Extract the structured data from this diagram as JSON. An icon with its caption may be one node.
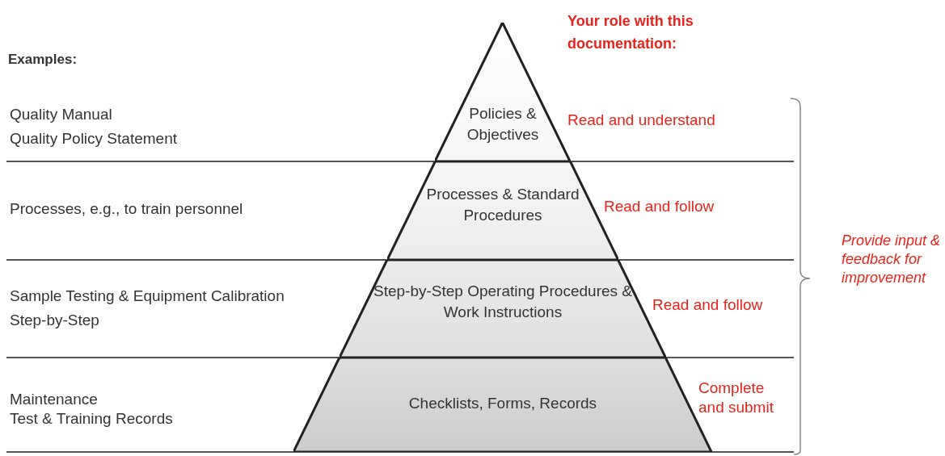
{
  "diagram": {
    "nodes": [
      {
        "text": [
          "Policies & Objectives"
        ]
      },
      {
        "text": [
          "Processes & Standard Procedures"
        ]
      },
      {
        "text": [
          "Step-by-Step Operating Procedures & Work Instructions"
        ]
      },
      {
        "text": [
          "Checklists, Forms, Records"
        ]
      }
    ],
    "labels": [
      "Your role with this documentation:",
      "Examples:",
      "Quality Manual",
      "Quality Policy Statement",
      "Read and understand",
      "Processes, e.g., to train personnel",
      "Read and follow",
      "Provide input & feedback for improvement",
      "Sample Testing & Equipment Calibration",
      "Step-by-Step",
      "Read and follow",
      "Maintenance",
      "Test & Training Records",
      "Complete and submit"
    ]
  }
}
